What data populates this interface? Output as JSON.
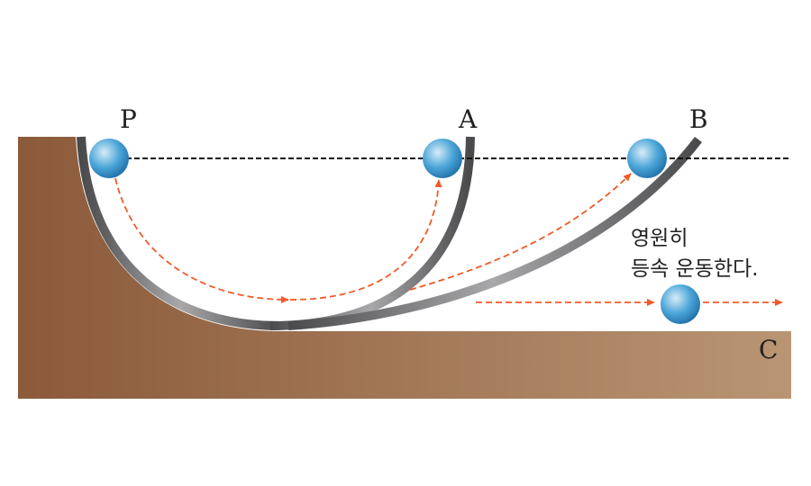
{
  "labels": {
    "p": "P",
    "a": "A",
    "b": "B",
    "c": "C"
  },
  "note": {
    "line1": "영원히",
    "line2": "등속 운동한다."
  },
  "colors": {
    "ground_left": "#8b5a3a",
    "ground_right": "#b99573",
    "track": "#5a5a5c",
    "ball": "#3a9ad0",
    "arrow": "#f05a28"
  }
}
